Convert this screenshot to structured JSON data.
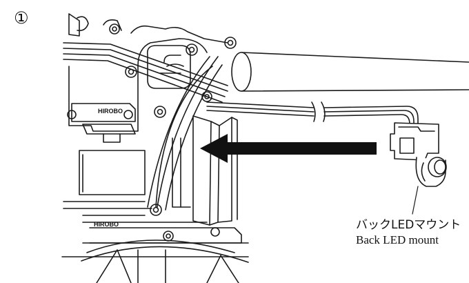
{
  "figure": {
    "step_marker": "①",
    "label_jp": "バックLEDマウント",
    "label_en": "Back LED mount",
    "brand_marks": [
      "HIROBO",
      "HIROBO"
    ]
  },
  "colors": {
    "line": "#1a1a1a",
    "background": "#ffffff",
    "arrow": "#111111"
  }
}
